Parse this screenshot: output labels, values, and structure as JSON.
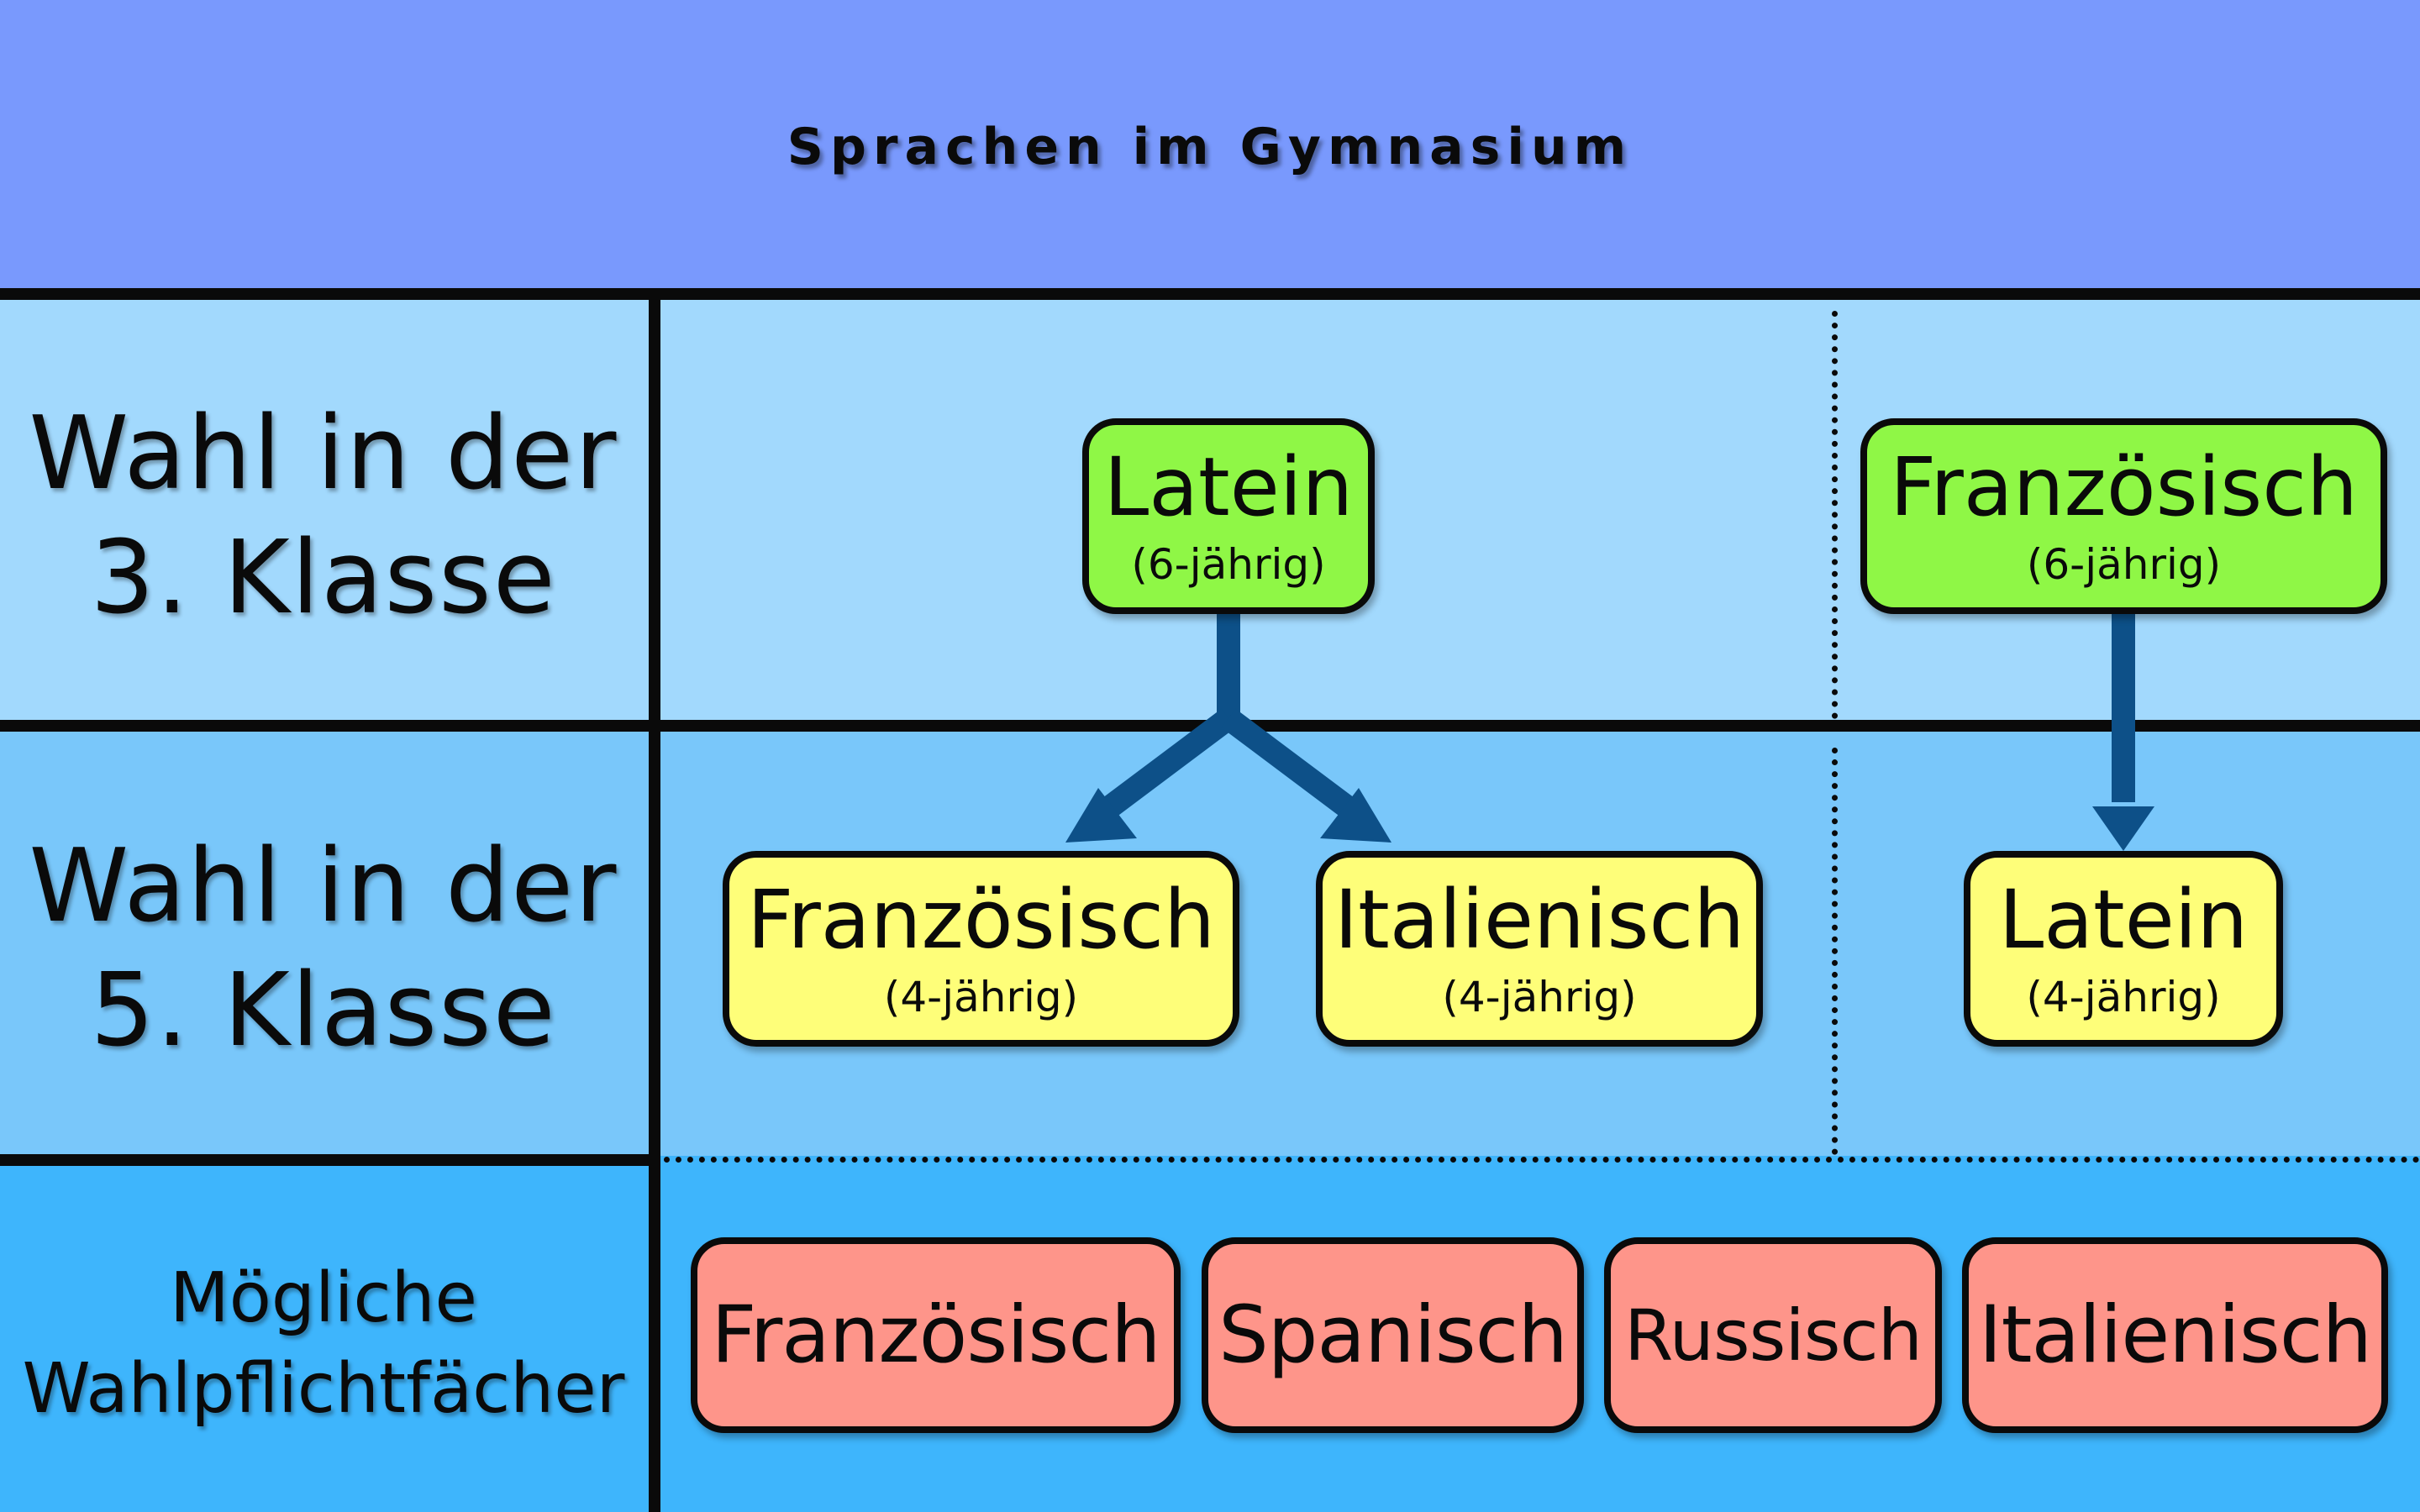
{
  "title": "Sprachen im Gymnasium",
  "rows": {
    "class3": {
      "label_line1": "Wahl in der",
      "label_line2": "3. Klasse"
    },
    "class5": {
      "label_line1": "Wahl in der",
      "label_line2": "5. Klasse"
    },
    "elective": {
      "label_line1": "Mögliche",
      "label_line2": "Wahlpflichtfächer"
    }
  },
  "nodes": {
    "latein_6": {
      "name": "Latein",
      "duration": "(6-jährig)"
    },
    "franz_6": {
      "name": "Französisch",
      "duration": "(6-jährig)"
    },
    "franz_4": {
      "name": "Französisch",
      "duration": "(4-jährig)"
    },
    "ital_4": {
      "name": "Italienisch",
      "duration": "(4-jährig)"
    },
    "latein_4": {
      "name": "Latein",
      "duration": "(4-jährig)"
    }
  },
  "electives": [
    "Französisch",
    "Spanisch",
    "Russisch",
    "Italienisch"
  ],
  "colors": {
    "title_band": "#7999fd",
    "row_class3": "#a2d9fd",
    "row_class5": "#79c7fa",
    "row_elective": "#3eb5fc",
    "node_class3": "#8ff746",
    "node_class5": "#fefe79",
    "node_elective": "#fe958a",
    "arrow": "#0d5088"
  }
}
